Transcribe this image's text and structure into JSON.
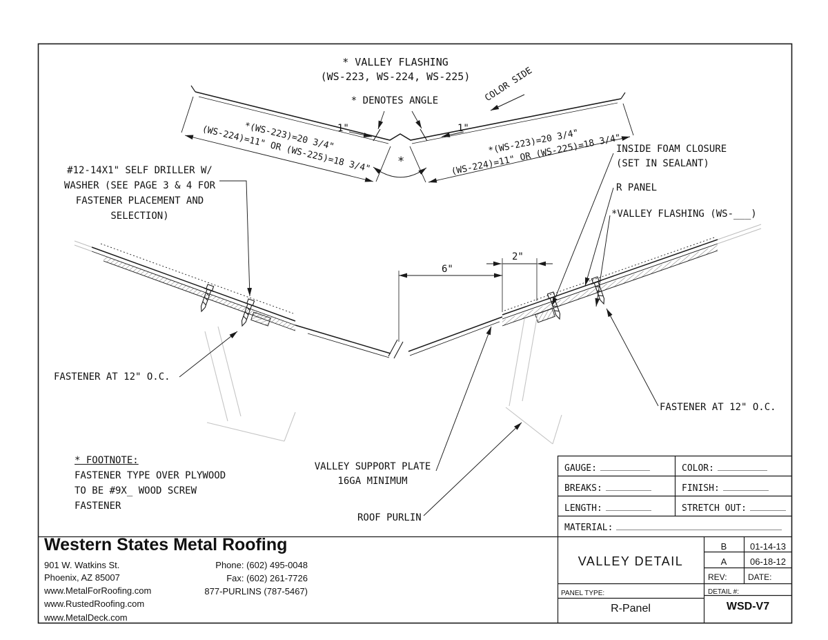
{
  "drawing": {
    "top": {
      "title_line1": "* VALLEY FLASHING",
      "title_line2": "(WS-223, WS-224, WS-225)",
      "denotes_angle": "* DENOTES ANGLE",
      "color_side": "COLOR SIDE",
      "left_dim_line1": "*(WS-223)=20 3/4\"",
      "left_dim_line2": "(WS-224)=11\" OR (WS-225)=18 3/4\"",
      "right_dim_line1": "*(WS-223)=20 3/4\"",
      "right_dim_line2": "(WS-224)=11\" OR (WS-225)=18 3/4\"",
      "one_inch_left": "1\"",
      "one_inch_right": "1\"",
      "angle_asterisk": "*"
    },
    "labels": {
      "self_driller": [
        "#12-14X1\" SELF DRILLER W/",
        "WASHER (SEE PAGE 3 & 4 FOR",
        "FASTENER PLACEMENT AND",
        "SELECTION)"
      ],
      "inside_foam_1": "INSIDE FOAM CLOSURE",
      "inside_foam_2": "(SET IN SEALANT)",
      "r_panel": "R PANEL",
      "valley_flashing": "*VALLEY FLASHING (WS-___)",
      "dim_6": "6\"",
      "dim_2": "2\"",
      "fastener_left": "FASTENER AT 12\" O.C.",
      "fastener_right": "FASTENER AT 12\" O.C.",
      "footnote_title": "* FOOTNOTE:",
      "footnote_l1": "FASTENER TYPE OVER PLYWOOD",
      "footnote_l2": "TO BE #9X_ WOOD SCREW",
      "footnote_l3": "FASTENER",
      "valley_support_1": "VALLEY SUPPORT PLATE",
      "valley_support_2": "16GA MINIMUM",
      "roof_purlin": "ROOF PURLIN"
    }
  },
  "spec_table": {
    "gauge": "GAUGE:",
    "color": "COLOR:",
    "breaks": "BREAKS:",
    "finish": "FINISH:",
    "length": "LENGTH:",
    "stretch_out": "STRETCH OUT:",
    "material": "MATERIAL:"
  },
  "title_block": {
    "company": "Western States Metal Roofing",
    "address1": "901 W. Watkins St.",
    "address2": "Phoenix, AZ 85007",
    "phone": "Phone: (602) 495-0048",
    "fax": "Fax: (602) 261-7726",
    "toll_free": "877-PURLINS (787-5467)",
    "web1": "www.MetalForRoofing.com",
    "web2": "www.RustedRoofing.com",
    "web3": "www.MetalDeck.com",
    "title": "VALLEY DETAIL",
    "rev_b": "B",
    "rev_b_date": "01-14-13",
    "rev_a": "A",
    "rev_a_date": "06-18-12",
    "rev_label": "REV:",
    "date_label": "DATE:",
    "panel_type_label": "PANEL TYPE:",
    "panel_type": "R-Panel",
    "detail_label": "DETAIL #:",
    "detail_number": "WSD-V7"
  }
}
